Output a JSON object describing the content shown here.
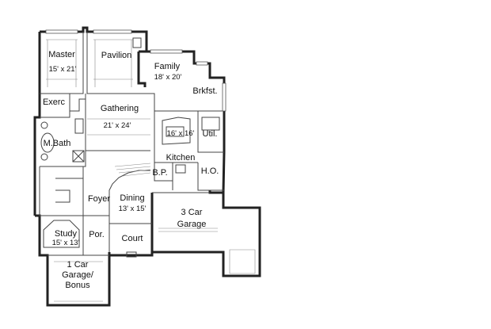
{
  "rooms": [
    {
      "key": "master",
      "name": "Master",
      "dims": "15' x 21'"
    },
    {
      "key": "pavilion",
      "name": "Pavilion",
      "dims": ""
    },
    {
      "key": "family",
      "name": "Family",
      "dims": "18' x 20'"
    },
    {
      "key": "brkfst",
      "name": "Brkfst.",
      "dims": ""
    },
    {
      "key": "exerc",
      "name": "Exerc",
      "dims": ""
    },
    {
      "key": "gathering",
      "name": "Gathering",
      "dims": "21' x 24'"
    },
    {
      "key": "kitchen",
      "name": "Kitchen",
      "dims": "16' x 16'"
    },
    {
      "key": "util",
      "name": "Util.",
      "dims": ""
    },
    {
      "key": "mbath",
      "name": "M.Bath",
      "dims": ""
    },
    {
      "key": "bp",
      "name": "B.P.",
      "dims": ""
    },
    {
      "key": "ho",
      "name": "H.O.",
      "dims": ""
    },
    {
      "key": "foyer",
      "name": "Foyer",
      "dims": ""
    },
    {
      "key": "dining",
      "name": "Dining",
      "dims": "13' x 15'"
    },
    {
      "key": "garage3",
      "name": "3 Car",
      "name2": "Garage",
      "dims": ""
    },
    {
      "key": "study",
      "name": "Study",
      "dims": "15' x 13'"
    },
    {
      "key": "por",
      "name": "Por.",
      "dims": ""
    },
    {
      "key": "court",
      "name": "Court",
      "dims": ""
    },
    {
      "key": "garage1",
      "name": "1 Car",
      "name2": "Garage/",
      "name3": "Bonus",
      "dims": ""
    }
  ]
}
